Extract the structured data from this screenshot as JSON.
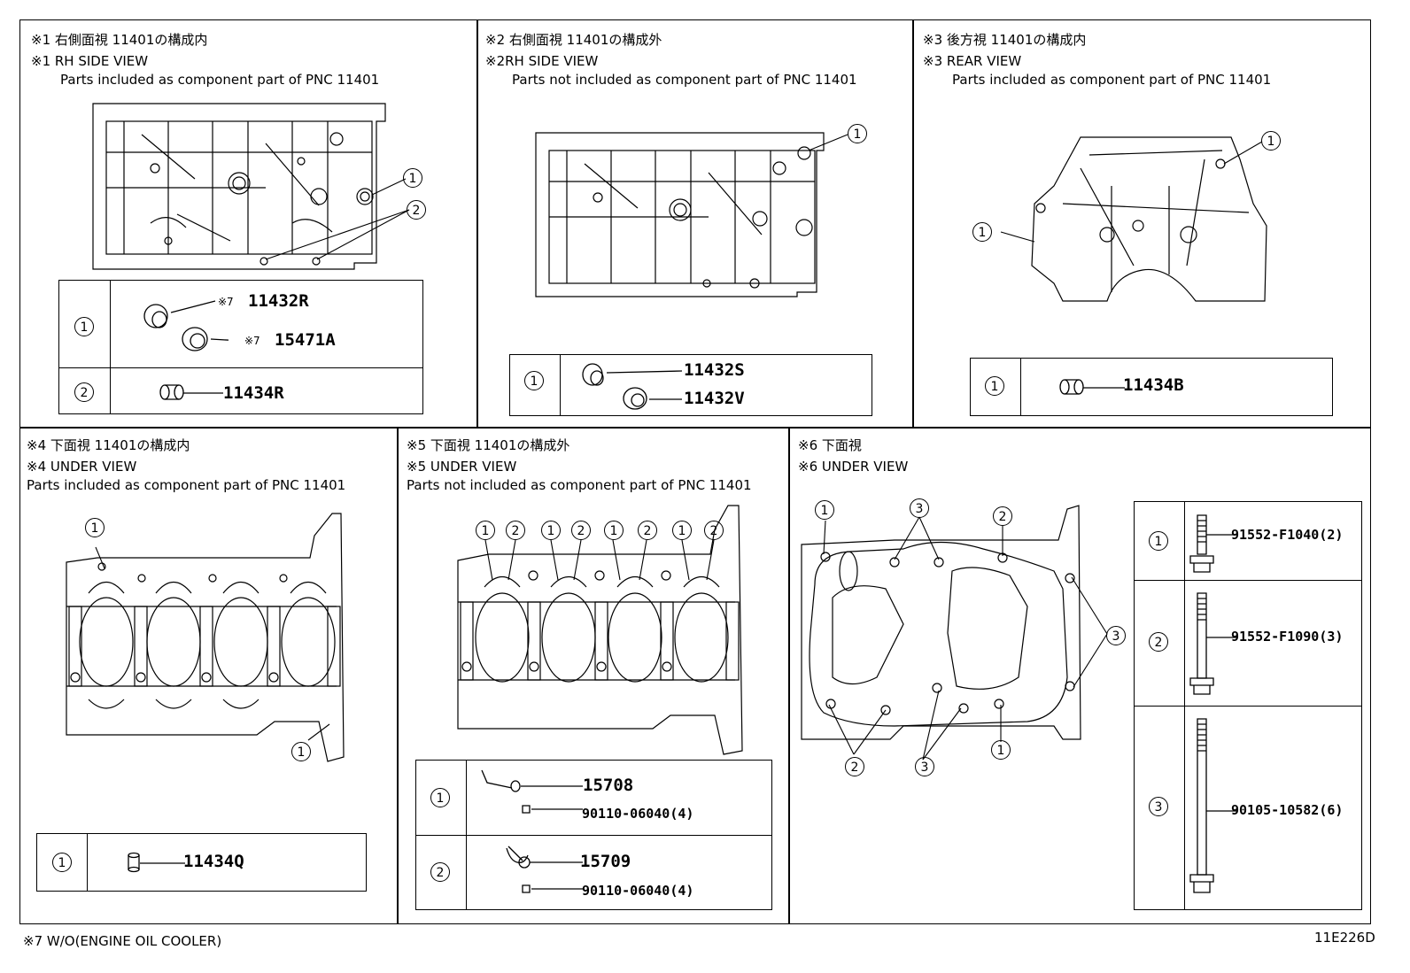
{
  "panels": {
    "p1": {
      "title": "※1 右側面視 11401の構成内",
      "view": "※1 RH SIDE VIEW",
      "desc": "Parts included as component part of PNC 11401",
      "rows": [
        {
          "num": "1",
          "parts": [
            {
              "note": "※7",
              "pn": "11432R"
            },
            {
              "note": "※7",
              "pn": "15471A"
            }
          ]
        },
        {
          "num": "2",
          "parts": [
            {
              "pn": "11434R"
            }
          ]
        }
      ]
    },
    "p2": {
      "title": "※2 右側面視 11401の構成外",
      "view": "※2RH SIDE VIEW",
      "desc": "Parts not included as component part of PNC 11401",
      "rows": [
        {
          "num": "1",
          "parts": [
            {
              "pn": "11432S"
            },
            {
              "pn": "11432V"
            }
          ]
        }
      ]
    },
    "p3": {
      "title": "※3 後方視 11401の構成内",
      "view": "※3 REAR VIEW",
      "desc": "Parts included as component part of PNC 11401",
      "rows": [
        {
          "num": "1",
          "parts": [
            {
              "pn": "11434B"
            }
          ]
        }
      ]
    },
    "p4": {
      "title": "※4 下面視 11401の構成内",
      "view": "※4 UNDER VIEW",
      "desc": "Parts included as component part of PNC 11401",
      "rows": [
        {
          "num": "1",
          "parts": [
            {
              "pn": "11434Q"
            }
          ]
        }
      ]
    },
    "p5": {
      "title": "※5 下面視 11401の構成外",
      "view": "※5 UNDER VIEW",
      "desc": "Parts not included as component part of PNC 11401",
      "rows": [
        {
          "num": "1",
          "parts": [
            {
              "pn": "15708"
            },
            {
              "pn": "90110-06040(4)"
            }
          ]
        },
        {
          "num": "2",
          "parts": [
            {
              "pn": "15709"
            },
            {
              "pn": "90110-06040(4)"
            }
          ]
        }
      ]
    },
    "p6": {
      "title": "※6 下面視",
      "view": "※6 UNDER VIEW",
      "rows": [
        {
          "num": "1",
          "pn": "91552-F1040(2)"
        },
        {
          "num": "2",
          "pn": "91552-F1090(3)"
        },
        {
          "num": "3",
          "pn": "90105-10582(6)"
        }
      ]
    }
  },
  "callouts": {
    "c1": "1",
    "c2": "2",
    "c3": "3"
  },
  "footer": {
    "note": "※7 W/O(ENGINE OIL COOLER)",
    "code": "11E226D"
  }
}
